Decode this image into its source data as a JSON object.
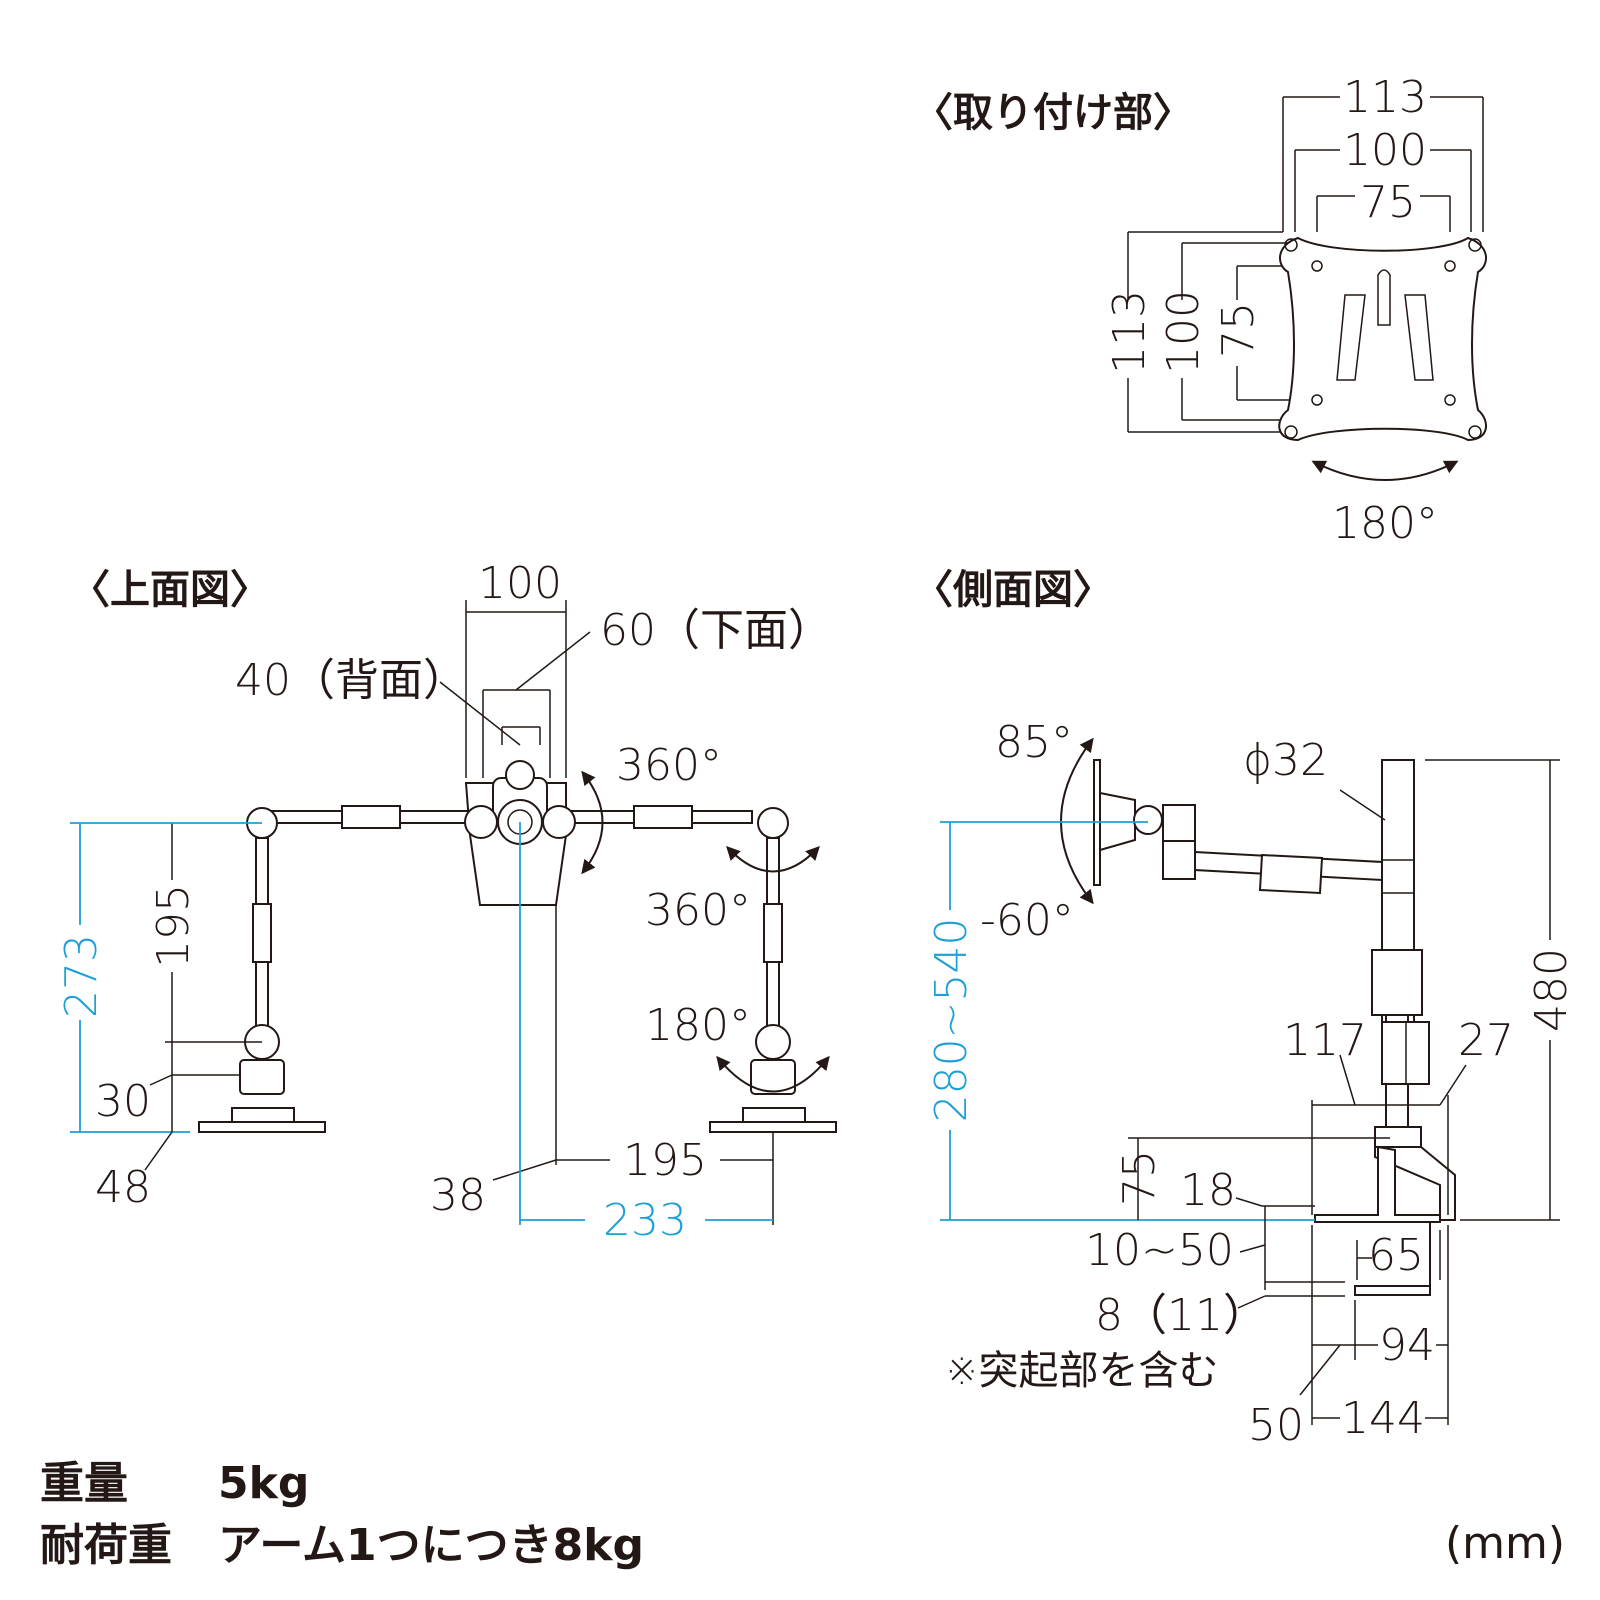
{
  "colors": {
    "line": "#231815",
    "accent_dimension": "#1ea0d6",
    "background": "#ffffff"
  },
  "mount": {
    "heading": "〈取り付け部〉",
    "width_outer": "113",
    "width_mid": "100",
    "width_inner": "75",
    "height_outer": "113",
    "height_mid": "100",
    "height_inner": "75",
    "rotation": "180°"
  },
  "top_view": {
    "heading": "〈上面図〉",
    "width_100": "100",
    "bottom_60": "60（下面）",
    "back_40": "40（背面）",
    "rot_center": "360°",
    "rot_right_top": "360°",
    "rot_right_bottom": "180°",
    "arm_length": "195",
    "depth_total": "273",
    "joint_30": "30",
    "base_48": "48",
    "pole_38": "38",
    "span_195": "195",
    "span_233": "233"
  },
  "side_view": {
    "heading": "〈側面図〉",
    "tilt_up": "85°",
    "tilt_down": "-60°",
    "pole_dia": "ϕ32",
    "height_range": "280~540",
    "total_height": "480",
    "d117": "117",
    "d27": "27",
    "d75": "75",
    "d18": "18",
    "clamp_range": "10~50",
    "d8": "8（11）",
    "note": "※突起部を含む",
    "d65": "65",
    "d94": "94",
    "d50": "50",
    "d144": "144"
  },
  "specs": {
    "weight_label": "重量",
    "weight_value": "5kg",
    "load_label": "耐荷重",
    "load_value": "アーム1つにつき8kg"
  },
  "unit": "(mm)"
}
